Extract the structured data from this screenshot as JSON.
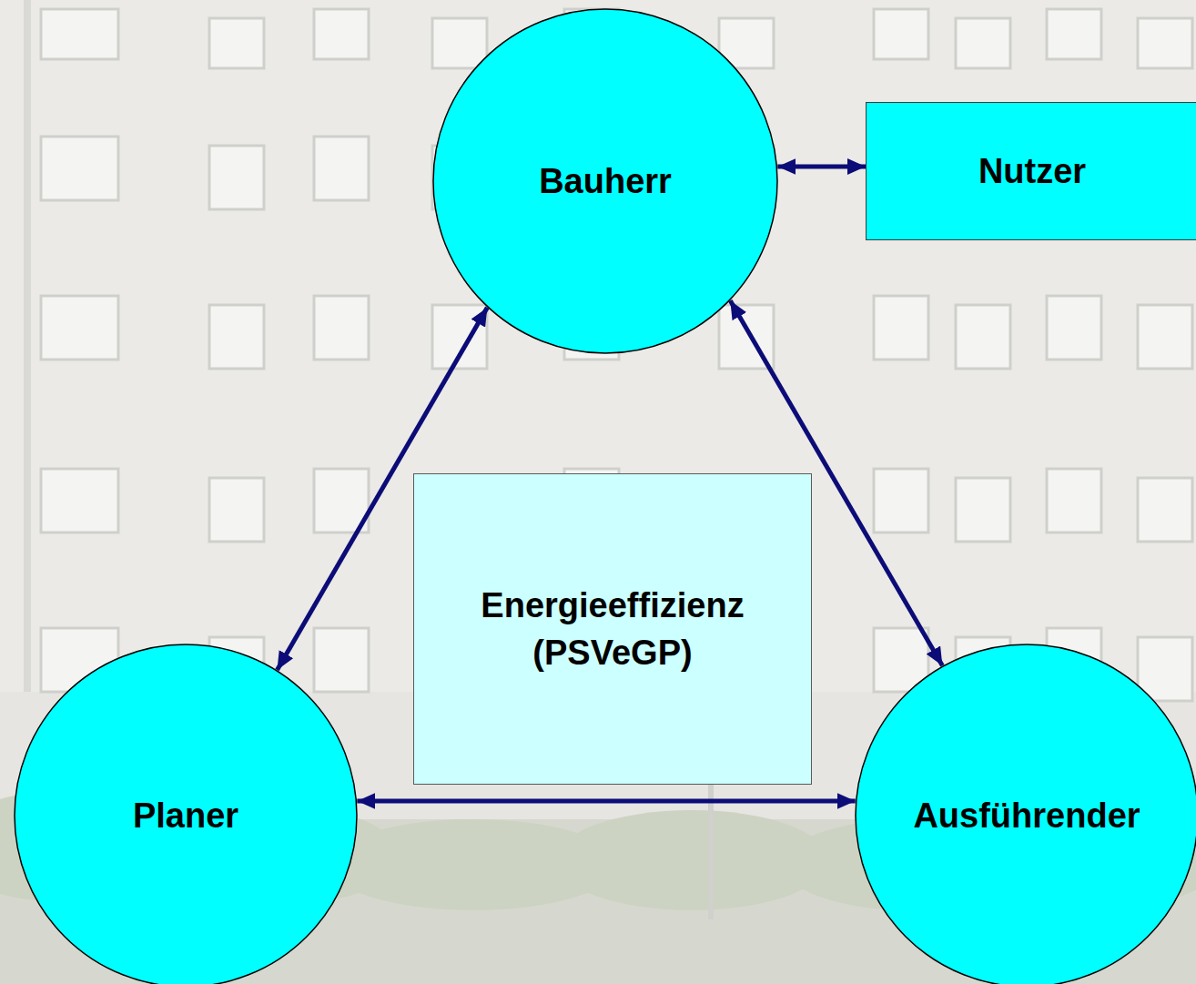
{
  "diagram": {
    "nodes": [
      {
        "text": [
          "Bauherr"
        ]
      },
      {
        "text": [
          "Nutzer"
        ]
      },
      {
        "text": [
          "Energieeffizienz (PSVeGP)"
        ]
      },
      {
        "text": [
          "Planer"
        ]
      },
      {
        "text": [
          "Ausführender"
        ]
      }
    ],
    "edges": [
      {
        "from": 0,
        "to": 1,
        "arrow": "both"
      },
      {
        "from": 0,
        "to": 3,
        "arrow": "both"
      },
      {
        "from": 0,
        "to": 4,
        "arrow": "both"
      },
      {
        "from": 3,
        "to": 4,
        "arrow": "both"
      }
    ]
  }
}
